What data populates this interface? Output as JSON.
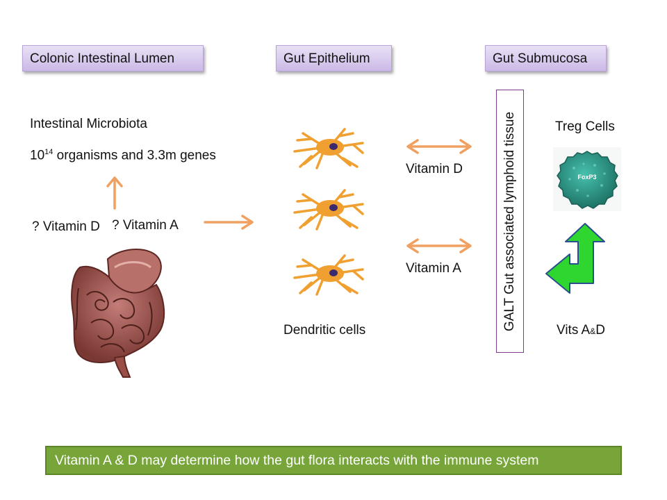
{
  "headers": {
    "lumen": "Colonic Intestinal Lumen",
    "epithelium": "Gut Epithelium",
    "submucosa": "Gut Submucosa"
  },
  "lumen": {
    "microbiota": "Intestinal Microbiota",
    "organisms_base": "10",
    "organisms_exp": "14",
    "organisms_rest": " organisms and 3.3m genes",
    "vitamin_d_q": "? Vitamin D",
    "vitamin_a_q": "? Vitamin A"
  },
  "epithelium": {
    "dendritic_label": "Dendritic cells",
    "vitamin_d": "Vitamin D",
    "vitamin_a": "Vitamin A"
  },
  "submucosa": {
    "galt": "GALT Gut associated lymphoid tissue",
    "treg": "Treg Cells",
    "foxp3": "FoxP3",
    "vits_prefix": "Vits A",
    "vits_amp": "&",
    "vits_suffix": "D"
  },
  "footer": "Vitamin A & D may determine how the gut flora interacts with the immune system",
  "colors": {
    "arrow_orange": "#f0a060",
    "green_arrow": "#2fd62f",
    "green_arrow_border": "#2a4d8f",
    "cell_orange": "#f0a030",
    "nucleus": "#3b2a6e",
    "treg_cell": "#2fa090",
    "footer_bg": "#77a53a",
    "header_bg": "#d9ccef"
  },
  "icons": [
    "intestine-illustration",
    "dendritic-cell-icon",
    "treg-cell-icon",
    "double-arrow-icon",
    "green-turn-arrow-icon"
  ]
}
